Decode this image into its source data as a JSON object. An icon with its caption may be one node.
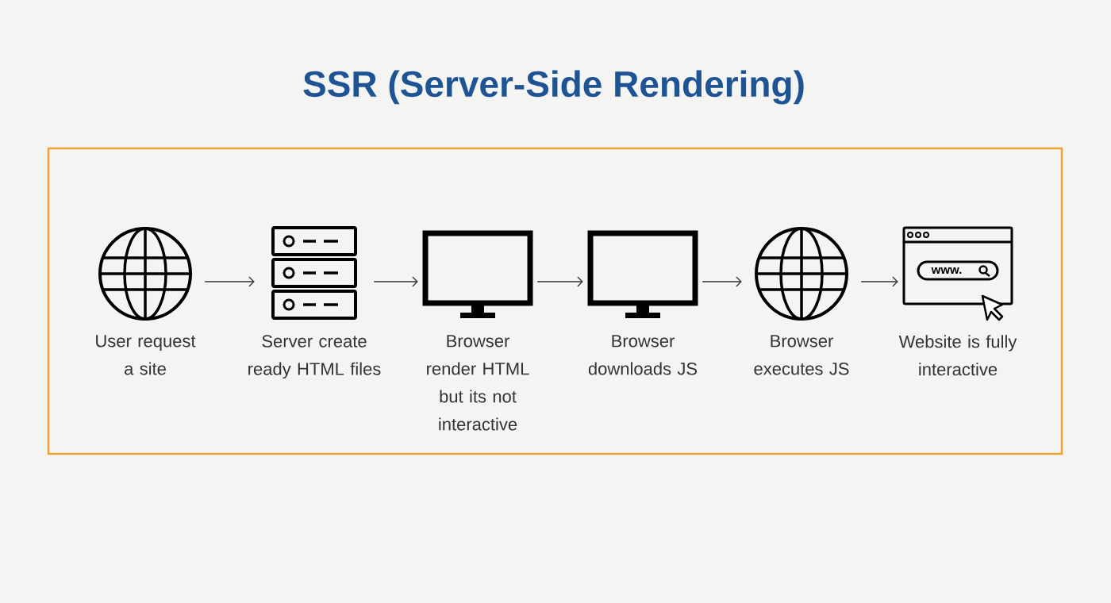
{
  "diagram": {
    "title": "SSR (Server-Side Rendering)",
    "nodes": [
      {
        "text": [],
        "shape": "box"
      },
      {
        "text": [
          "User request a site"
        ],
        "in": 0
      },
      {
        "text": [
          "Server create ready HTML files"
        ],
        "in": 0
      },
      {
        "text": [
          "Browser render HTML but its not interactive"
        ],
        "in": 0
      },
      {
        "text": [
          "Browser downloads JS"
        ],
        "in": 0
      },
      {
        "text": [
          "Browser executes JS"
        ],
        "in": 0
      },
      {
        "text": [
          "Website is fully interactive"
        ],
        "in": 0
      }
    ],
    "edges": [
      {
        "from": 1,
        "to": 2,
        "arrow": "to"
      },
      {
        "from": 2,
        "to": 3,
        "arrow": "to"
      },
      {
        "from": 3,
        "to": 4,
        "arrow": "to"
      },
      {
        "from": 4,
        "to": 5,
        "arrow": "to"
      },
      {
        "from": 5,
        "to": 6,
        "arrow": "to"
      }
    ],
    "labels": [
      "www."
    ]
  }
}
